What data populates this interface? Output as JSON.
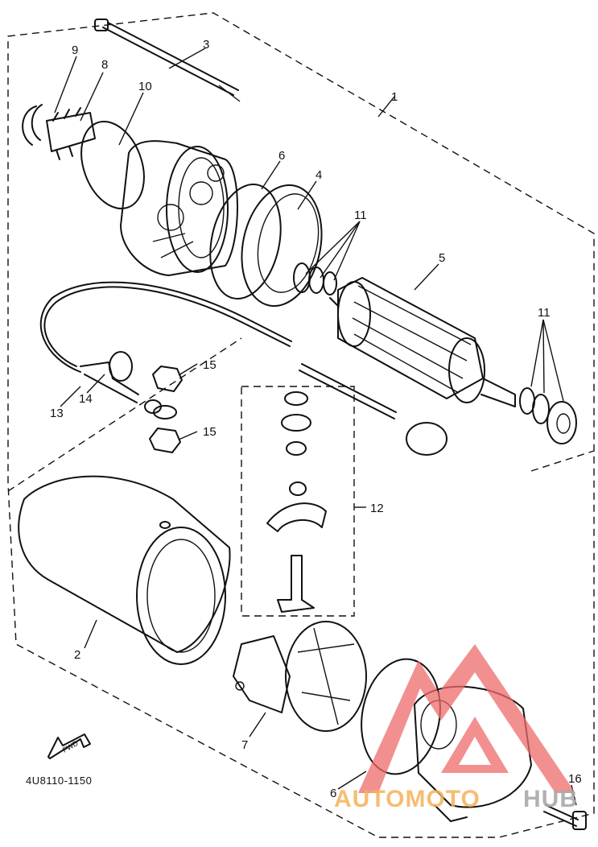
{
  "diagram": {
    "callouts": [
      {
        "id": "1",
        "text": "1"
      },
      {
        "id": "2",
        "text": "2"
      },
      {
        "id": "3",
        "text": "3"
      },
      {
        "id": "4",
        "text": "4"
      },
      {
        "id": "5",
        "text": "5"
      },
      {
        "id": "6a",
        "text": "6"
      },
      {
        "id": "6b",
        "text": "6"
      },
      {
        "id": "7",
        "text": "7"
      },
      {
        "id": "8",
        "text": "8"
      },
      {
        "id": "9",
        "text": "9"
      },
      {
        "id": "10",
        "text": "10"
      },
      {
        "id": "11a",
        "text": "11"
      },
      {
        "id": "11b",
        "text": "11"
      },
      {
        "id": "12",
        "text": "12"
      },
      {
        "id": "13",
        "text": "13"
      },
      {
        "id": "14",
        "text": "14"
      },
      {
        "id": "15a",
        "text": "15"
      },
      {
        "id": "15b",
        "text": "15"
      },
      {
        "id": "16",
        "text": "16"
      }
    ],
    "fwd_marker": "FWD",
    "diagram_code": "4U8110-1150"
  },
  "watermark": {
    "text_left": "AUTOMOTO",
    "text_right": "HUB",
    "color_red": "#ee6b6b",
    "color_orange": "#f5b25a",
    "color_gray": "#a9a9a9"
  }
}
